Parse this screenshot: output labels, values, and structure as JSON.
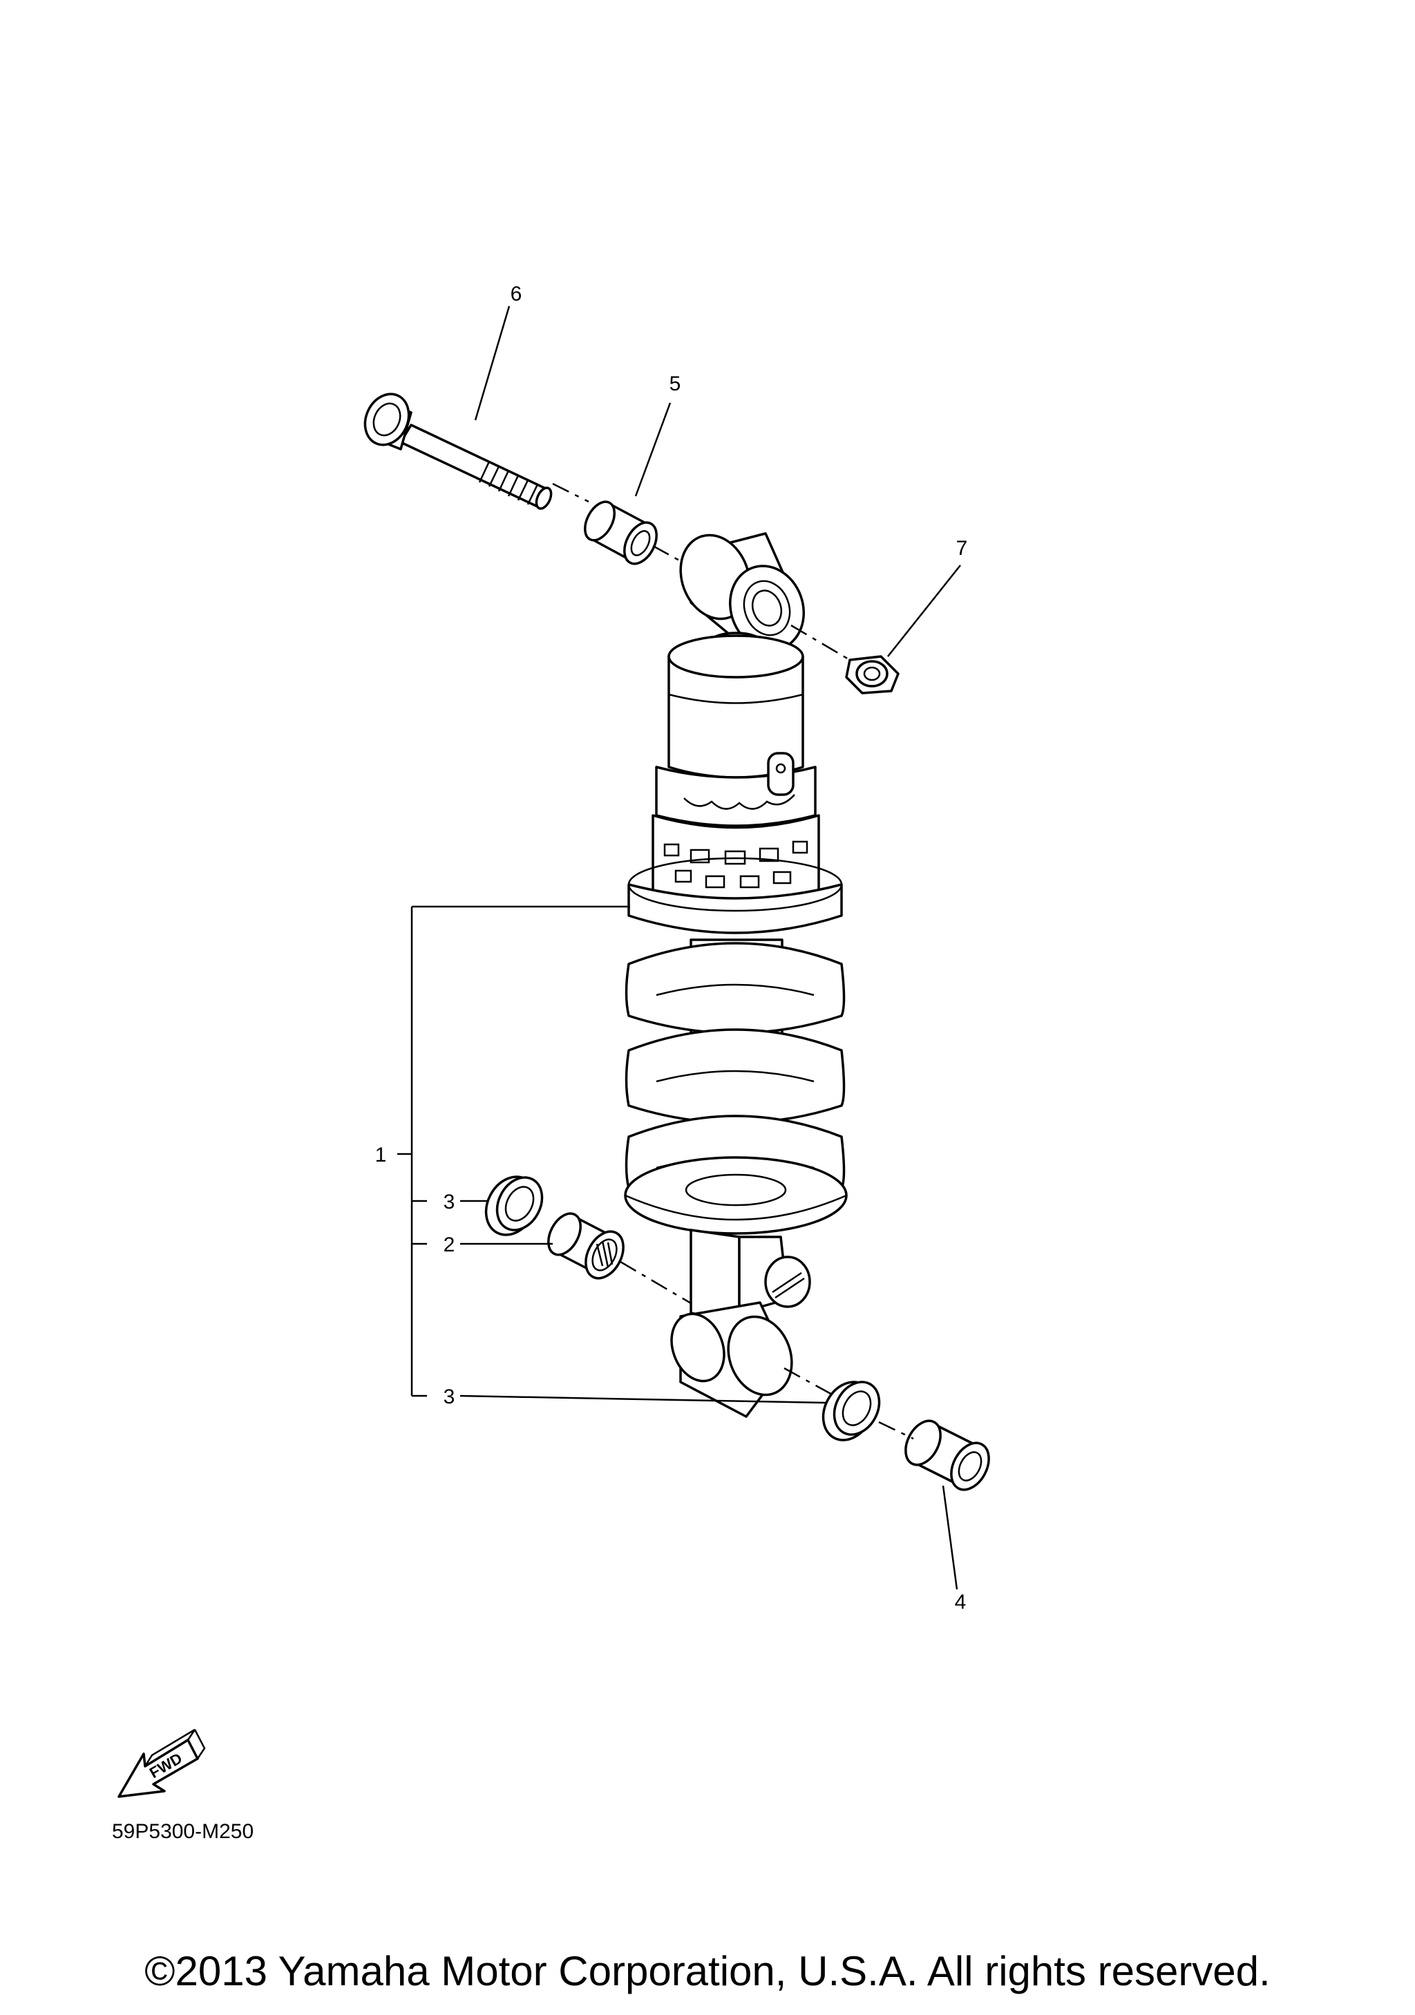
{
  "callouts": {
    "c1": "1",
    "c2": "2",
    "c3a": "3",
    "c3b": "3",
    "c4": "4",
    "c5": "5",
    "c6": "6",
    "c7": "7"
  },
  "fwd_mark": "FWD",
  "diagram_code": "59P5300-M250",
  "copyright": "©2013 Yamaha Motor Corporation, U.S.A. All rights reserved."
}
